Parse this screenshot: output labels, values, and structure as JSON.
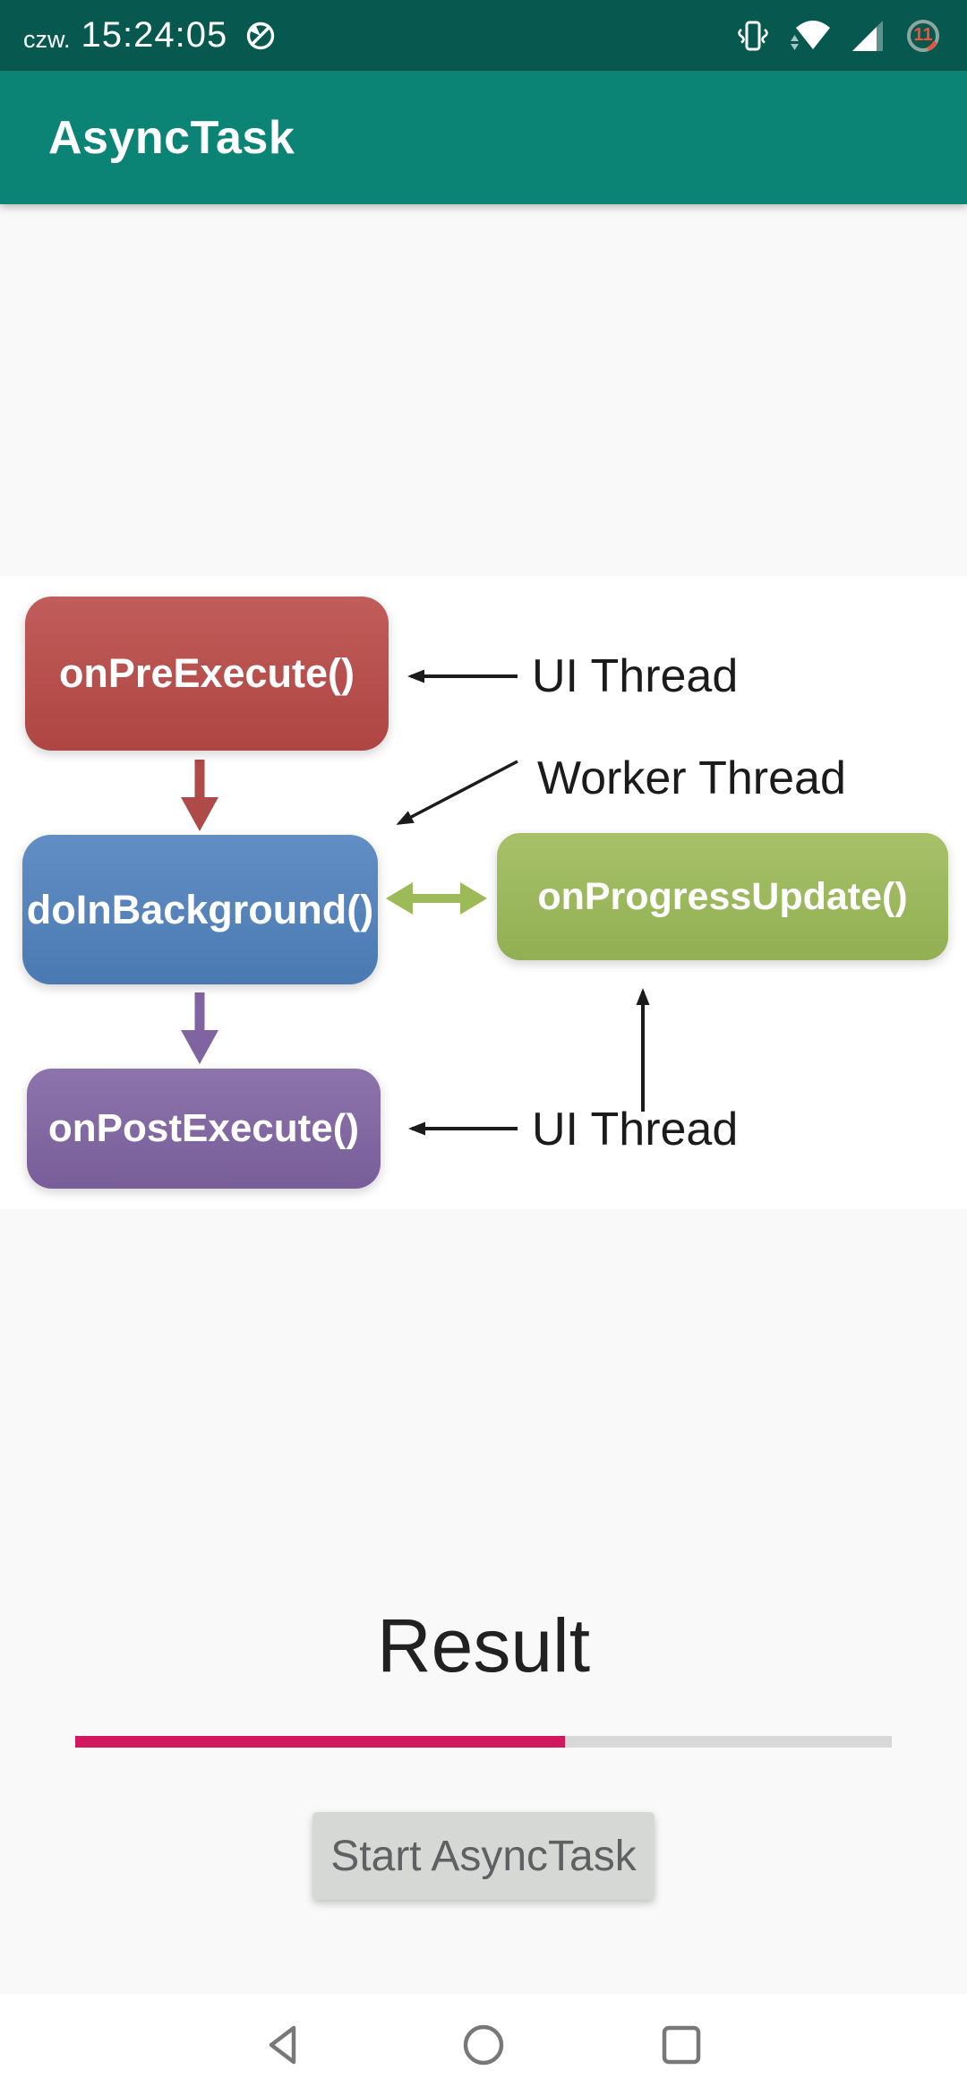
{
  "status_bar": {
    "date": "czw.",
    "time": "15:24:05",
    "battery_level": "11",
    "icons": [
      "data-saver-icon",
      "vibrate-icon",
      "wifi-icon",
      "cell-signal-icon",
      "battery-icon"
    ]
  },
  "app_bar": {
    "title": "AsyncTask"
  },
  "diagram": {
    "boxes": [
      {
        "id": "onPreExecute",
        "label": "onPreExecute()",
        "color": "#b94a47"
      },
      {
        "id": "doInBackground",
        "label": "doInBackground()",
        "color": "#4f81bd"
      },
      {
        "id": "onPostExecute",
        "label": "onPostExecute()",
        "color": "#8064a2"
      },
      {
        "id": "onProgressUpdate",
        "label": "onProgressUpdate()",
        "color": "#9cba58"
      }
    ],
    "labels": {
      "ui_thread_top": "UI Thread",
      "worker_thread": "Worker Thread",
      "ui_thread_bottom": "UI Thread"
    },
    "arrow_colors": {
      "red": "#ae4a47",
      "purple": "#8064a2",
      "green": "#9cba58",
      "black": "#1b1b1b"
    }
  },
  "result": {
    "label": "Result"
  },
  "progress": {
    "percent": 60,
    "percent_css": "60%",
    "color": "#d2195f",
    "track_color": "#d8d8d8"
  },
  "button": {
    "label": "Start AsyncTask"
  },
  "nav_bar": {
    "icons": [
      "back-icon",
      "home-icon",
      "recents-icon"
    ]
  }
}
